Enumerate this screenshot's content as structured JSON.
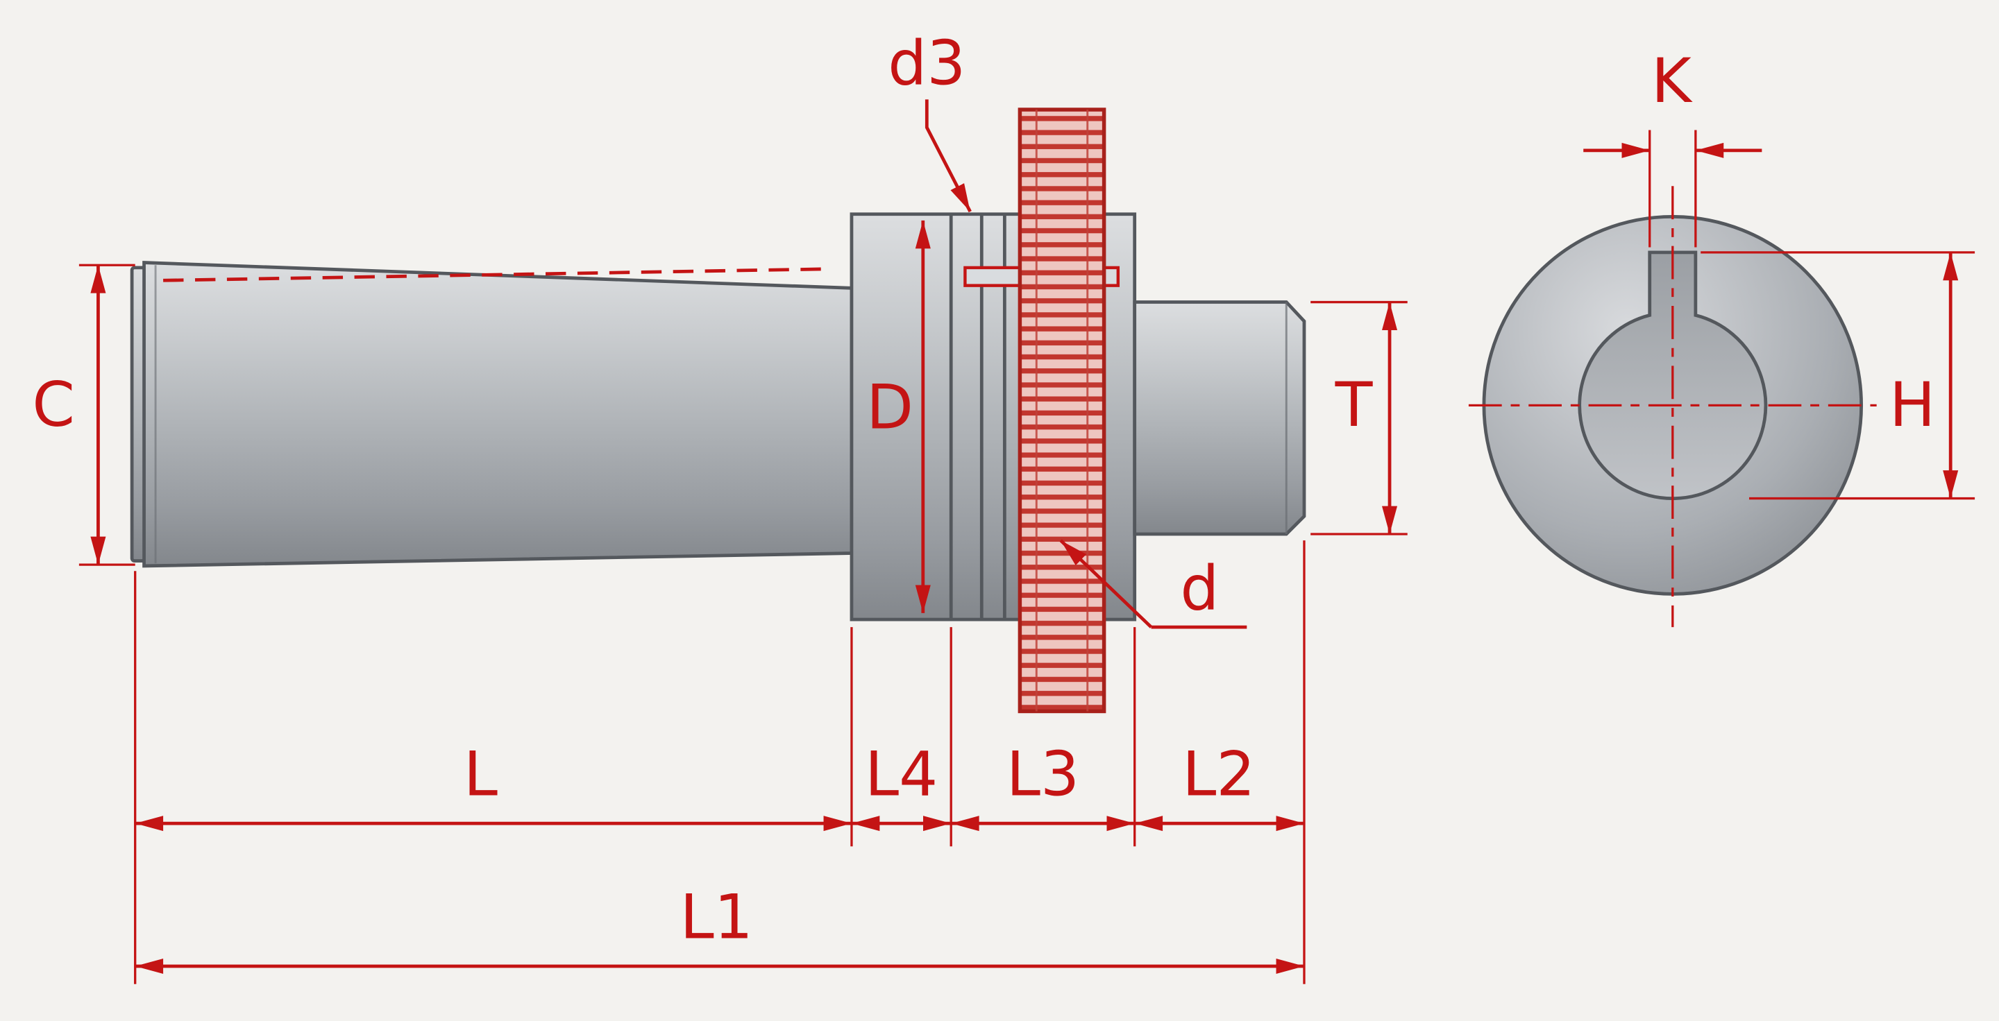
{
  "drawing": {
    "labels": {
      "C": "C",
      "D": "D",
      "T": "T",
      "H": "H",
      "K": "K",
      "d": "d",
      "d3": "d3",
      "L": "L",
      "L1": "L1",
      "L2": "L2",
      "L3": "L3",
      "L4": "L4"
    },
    "colors": {
      "dimension_red": "#c41414",
      "gear_red": "#c2362e",
      "gear_fill": "#eec6c0",
      "metal_light": "#dcdee0",
      "metal_dark": "#83878c",
      "background": "#f3f2ef"
    }
  }
}
